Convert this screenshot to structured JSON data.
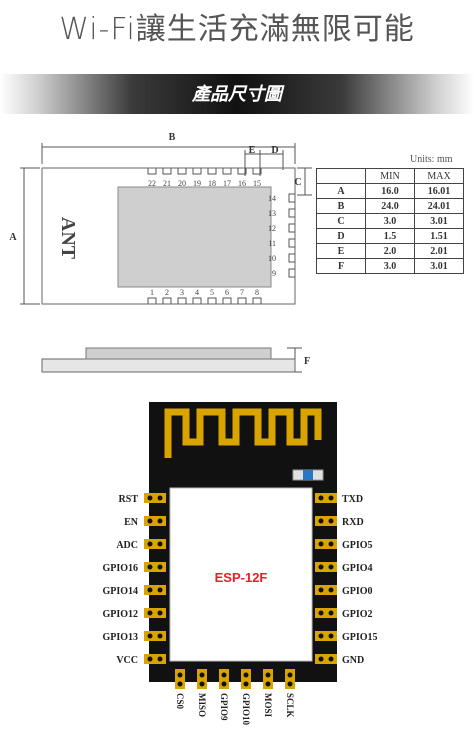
{
  "header": {
    "title": "Wi-Fi讓生活充滿無限可能",
    "banner": "產品尺寸圖"
  },
  "drawing": {
    "dim_labels": {
      "a": "A",
      "b": "B",
      "c": "C",
      "d": "D",
      "e": "E",
      "f": "F"
    },
    "ant_label": "ANT",
    "top_pins": [
      "22",
      "21",
      "20",
      "19",
      "18",
      "17",
      "16",
      "15"
    ],
    "bottom_pins": [
      "1",
      "2",
      "3",
      "4",
      "5",
      "6",
      "7",
      "8"
    ],
    "right_pins": [
      "14",
      "13",
      "12",
      "11",
      "10",
      "9"
    ]
  },
  "table": {
    "units": "Units: mm",
    "headers": [
      "",
      "MIN",
      "MAX"
    ],
    "rows": [
      {
        "dim": "A",
        "min": "16.0",
        "max": "16.01"
      },
      {
        "dim": "B",
        "min": "24.0",
        "max": "24.01"
      },
      {
        "dim": "C",
        "min": "3.0",
        "max": "3.01"
      },
      {
        "dim": "D",
        "min": "1.5",
        "max": "1.51"
      },
      {
        "dim": "E",
        "min": "2.0",
        "max": "2.01"
      },
      {
        "dim": "F",
        "min": "3.0",
        "max": "3.01"
      }
    ]
  },
  "module": {
    "name": "ESP-12F",
    "left_pins": [
      "RST",
      "EN",
      "ADC",
      "GPIO16",
      "GPIO14",
      "GPIO12",
      "GPIO13",
      "VCC"
    ],
    "right_pins": [
      "TXD",
      "RXD",
      "GPIO5",
      "GPIO4",
      "GPIO0",
      "GPIO2",
      "GPIO15",
      "GND"
    ],
    "bottom_pins": [
      "CS0",
      "MISO",
      "GPIO9",
      "GPIO10",
      "MOSI",
      "SCLK"
    ]
  },
  "colors": {
    "module_name": "#e8202a",
    "pad": "#d9a300",
    "board": "#111111"
  }
}
